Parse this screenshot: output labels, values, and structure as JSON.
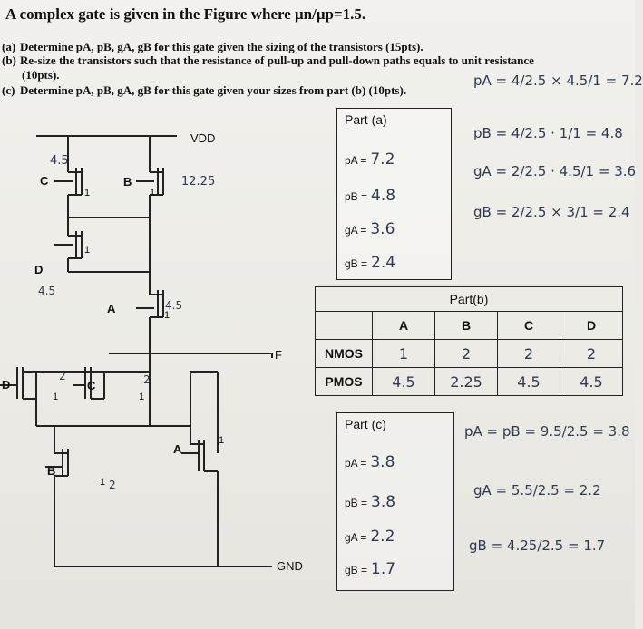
{
  "title": "A complex gate is given in the Figure where μn/μp=1.5.",
  "questions": {
    "a_label": "(a)",
    "a_text": "Determine pA, pB, gA, gB for this gate given the sizing of the transistors (15pts).",
    "b_label": "(b)",
    "b_text": "Re-size the transistors such that the resistance of pull-up and pull-down paths equals to unit resistance",
    "b_pts": "(10pts).",
    "c_label": "(c)",
    "c_text": "Determine pA, pB, gA, gB for this gate given your sizes from part (b) (10pts)."
  },
  "circuit": {
    "vdd": "VDD",
    "gnd": "GND",
    "out": "F",
    "labels": {
      "c_top": "C",
      "b_top": "B",
      "d_left": "D",
      "a_mid": "A",
      "d_bottom": "D",
      "c_bottom": "C",
      "a_bottom": "A",
      "b_bottom": "B"
    },
    "sizes": {
      "c_p": "1",
      "b_p": "1",
      "d_p": "1",
      "a_p": "1",
      "d_n": "1",
      "c_n": "1",
      "a_n": "1",
      "b_n": "1"
    },
    "hand_notes": {
      "c_top": "4.5",
      "b_top": "12.25",
      "d_left": "4.5",
      "a_mid": "4.5",
      "d_bot": "2",
      "c_bot": "2",
      "b_bot": "2"
    }
  },
  "part_a": {
    "header": "Part (a)",
    "pA_label": "pA =",
    "pA": "7.2",
    "pB_label": "pB =",
    "pB": "4.8",
    "gA_label": "gA =",
    "gA": "3.6",
    "gB_label": "gB =",
    "gB": "2.4"
  },
  "part_b": {
    "header": "Part(b)",
    "cols": [
      "A",
      "B",
      "C",
      "D"
    ],
    "rows": [
      {
        "label": "NMOS",
        "values": [
          "1",
          "2",
          "2",
          "2"
        ]
      },
      {
        "label": "PMOS",
        "values": [
          "4.5",
          "2.25",
          "4.5",
          "4.5"
        ]
      }
    ]
  },
  "part_c": {
    "header": "Part (c)",
    "pA_label": "pA =",
    "pA": "3.8",
    "pB_label": "pB =",
    "pB": "3.8",
    "gA_label": "gA =",
    "gA": "2.2",
    "gB_label": "gB =",
    "gB": "1.7"
  },
  "work": {
    "pa_calc": "pA = 4/2.5 × 4.5/1 = 7.2",
    "pb_calc": "pB = 4/2.5 · 1/1 = 4.8",
    "ga_calc": "gA = 2/2.5 · 4.5/1 = 3.6",
    "gb_calc": "gB = 2/2.5 × 3/1 = 2.4",
    "pc_calc": "pA = pB = 9.5/2.5 = 3.8",
    "gac_calc": "gA = 5.5/2.5 = 2.2",
    "gbc_calc": "gB = 4.25/2.5 = 1.7"
  }
}
